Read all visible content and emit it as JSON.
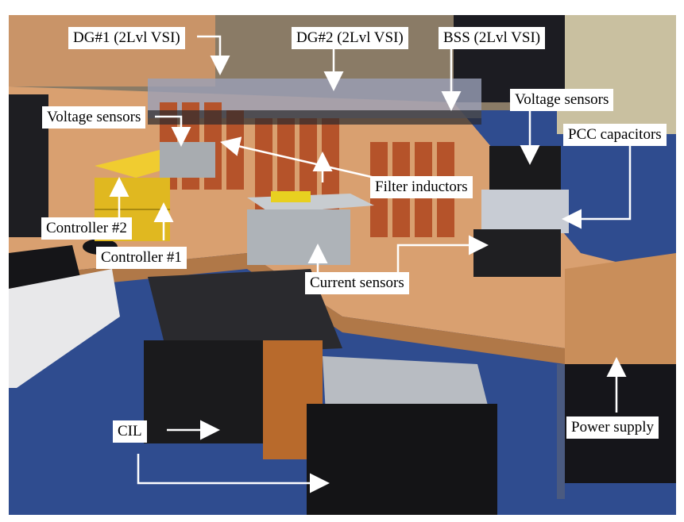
{
  "figure": {
    "description_labels": {
      "dg1": "DG#1 (2Lvl VSI)",
      "dg2": "DG#2 (2Lvl VSI)",
      "bss": "BSS (2Lvl VSI)",
      "voltage_sensors_left": "Voltage sensors",
      "voltage_sensors_right": "Voltage sensors",
      "pcc_capacitors": "PCC capacitors",
      "filter_inductors": "Filter inductors",
      "controller2": "Controller #2",
      "controller1": "Controller #1",
      "current_sensors": "Current sensors",
      "cil": "CIL",
      "power_supply": "Power supply"
    },
    "colors": {
      "desk": "#d9a070",
      "carpet": "#2f4c8f",
      "controller_yellow": "#e8c020",
      "inductor_copper": "#b5532a",
      "label_bg": "#ffffff",
      "arrow": "#ffffff"
    }
  }
}
